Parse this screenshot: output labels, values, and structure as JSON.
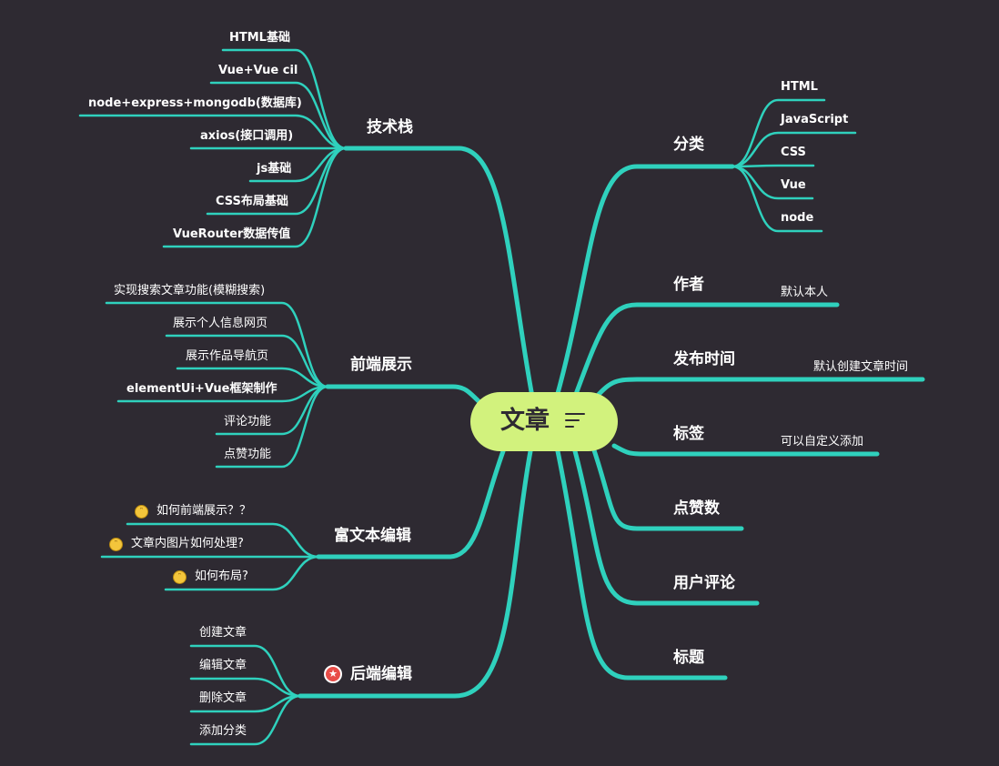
{
  "root": {
    "label": "文章",
    "icon": "menu-lines-icon"
  },
  "colors": {
    "background": "#2e2a32",
    "link": "#2fd1bd",
    "root_fill": "#d2f27d",
    "text": "#ffffff"
  },
  "branches": {
    "tech_stack": {
      "label": "技术栈",
      "items": [
        "HTML基础",
        "Vue+Vue cil",
        "node+express+mongodb(数据库)",
        "axios(接口调用)",
        "js基础",
        "CSS布局基础",
        "VueRouter数据传值"
      ]
    },
    "frontend": {
      "label": "前端展示",
      "items": [
        "实现搜索文章功能(模糊搜索)",
        "展示个人信息网页",
        "展示作品导航页",
        "elementUi+Vue框架制作",
        "评论功能",
        "点赞功能"
      ]
    },
    "rich_text": {
      "label": "富文本编辑",
      "items": [
        "如何前端展示？？",
        "文章内图片如何处理?",
        "如何布局?"
      ],
      "item_icon": "confused-face-icon"
    },
    "backend": {
      "label": "后端编辑",
      "icon": "star-badge-icon",
      "items": [
        "创建文章",
        "编辑文章",
        "删除文章",
        "添加分类"
      ]
    },
    "category": {
      "label": "分类",
      "items": [
        "HTML",
        "JavaScript",
        "CSS",
        "Vue",
        "node"
      ]
    },
    "author": {
      "label": "作者",
      "items": [
        "默认本人"
      ]
    },
    "publish_time": {
      "label": "发布时间",
      "items": [
        "默认创建文章时间"
      ]
    },
    "tags": {
      "label": "标签",
      "items": [
        "可以自定义添加"
      ]
    },
    "likes": {
      "label": "点赞数",
      "items": []
    },
    "comments": {
      "label": "用户评论",
      "items": []
    },
    "title": {
      "label": "标题",
      "items": []
    }
  }
}
